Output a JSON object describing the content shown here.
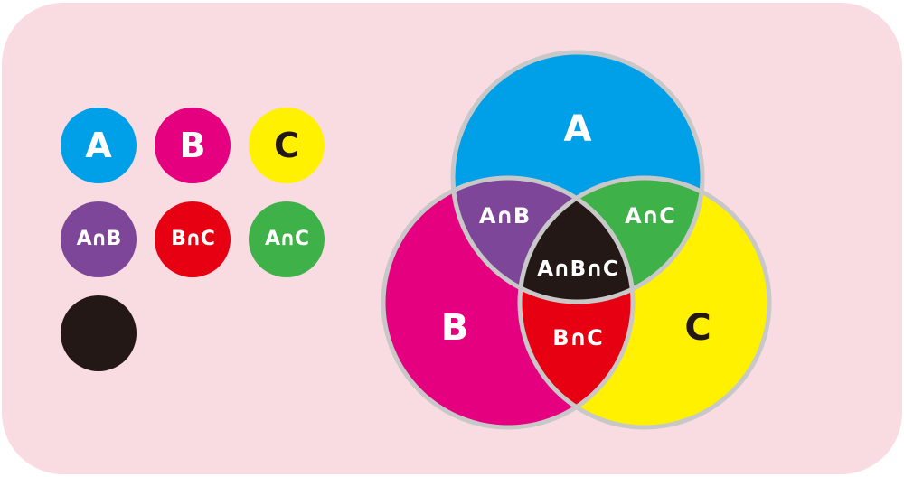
{
  "legend": {
    "a": {
      "label": "A",
      "fill": "#00a0e9",
      "text_color": "#ffffff"
    },
    "b": {
      "label": "B",
      "fill": "#e4007f",
      "text_color": "#ffffff"
    },
    "c": {
      "label": "C",
      "fill": "#fff100",
      "text_color": "#231815"
    },
    "ab": {
      "label": "A∩B",
      "fill": "#7d4698",
      "text_color": "#ffffff"
    },
    "bc": {
      "label": "B∩C",
      "fill": "#e60012",
      "text_color": "#ffffff"
    },
    "ac": {
      "label": "A∩C",
      "fill": "#3eb149",
      "text_color": "#ffffff"
    },
    "abc": {
      "label": "",
      "fill": "#231815"
    }
  },
  "venn": {
    "a": {
      "label": "A"
    },
    "b": {
      "label": "B"
    },
    "c": {
      "label": "C"
    },
    "ab": {
      "label": "A∩B"
    },
    "bc": {
      "label": "B∩C"
    },
    "ac": {
      "label": "A∩C"
    },
    "abc": {
      "label": "A∩B∩C"
    },
    "outline_color": "#c8c8c8"
  },
  "colors": {
    "background": "#f9dbe2"
  }
}
